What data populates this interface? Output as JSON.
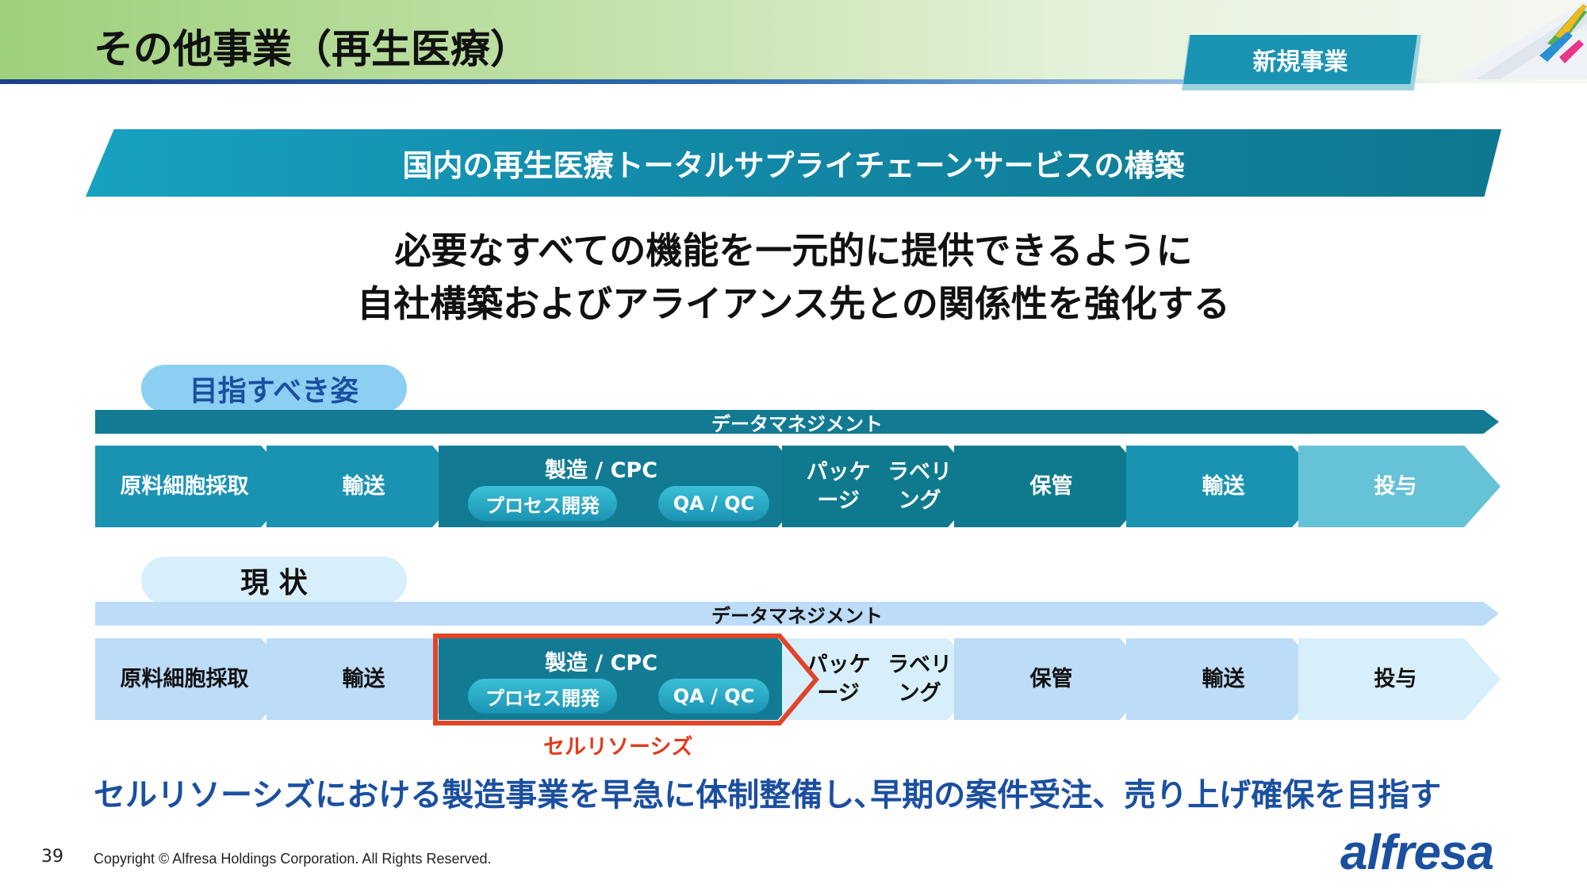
{
  "header": {
    "title": "その他事業（再生医療）",
    "badge": "新規事業"
  },
  "banner": "国内の再生医療トータルサプライチェーンサービスの構築",
  "lead": [
    "必要なすべての機能を一元的に提供できるように",
    "自社構築およびアライアンス先との関係性を強化する"
  ],
  "target": {
    "label": "目指すべき姿",
    "data_management": "データマネジメント",
    "steps": [
      {
        "line1": "原料",
        "line2": "細胞採取"
      },
      {
        "line1": "輸送",
        "line2": ""
      },
      {
        "line1": "製造 / CPC",
        "line2": ""
      },
      {
        "line1": "パッケージ",
        "line2": "ラベリング"
      },
      {
        "line1": "保管",
        "line2": ""
      },
      {
        "line1": "輸送",
        "line2": ""
      },
      {
        "line1": "投与",
        "line2": ""
      }
    ],
    "sub": {
      "process": "プロセス開発",
      "qa": "QA / QC"
    }
  },
  "current": {
    "label": "現 状",
    "data_management": "データマネジメント",
    "steps": [
      {
        "line1": "原料",
        "line2": "細胞採取"
      },
      {
        "line1": "輸送",
        "line2": ""
      },
      {
        "line1": "製造 / CPC",
        "line2": ""
      },
      {
        "line1": "パッケージ",
        "line2": "ラベリング"
      },
      {
        "line1": "保管",
        "line2": ""
      },
      {
        "line1": "輸送",
        "line2": ""
      },
      {
        "line1": "投与",
        "line2": ""
      }
    ],
    "sub": {
      "process": "プロセス開発",
      "qa": "QA / QC"
    },
    "company": "セルリソーシズ"
  },
  "conclusion": "セルリソーシズにおける製造事業を早急に体制整備し､早期の案件受注、売り上げ確保を目指す",
  "footer": {
    "page": "39",
    "copyright": "Copyright © Alfresa Holdings Corporation. All Rights Reserved.",
    "logo": "alfresa"
  },
  "colors": {
    "target_steps": [
      "#1a93b3",
      "#1a93b3",
      "#127b93",
      "#0f7a8e",
      "#0f7a8e",
      "#1a93b3",
      "#66c2d6"
    ],
    "current_steps": [
      "#bcdcf7",
      "#bcdcf7",
      "#127b93",
      "#d6effb",
      "#bcdcf7",
      "#bcdcf7",
      "#d6effb"
    ],
    "highlight_border": "#e0452a",
    "conclusion": "#1b4fa0"
  }
}
